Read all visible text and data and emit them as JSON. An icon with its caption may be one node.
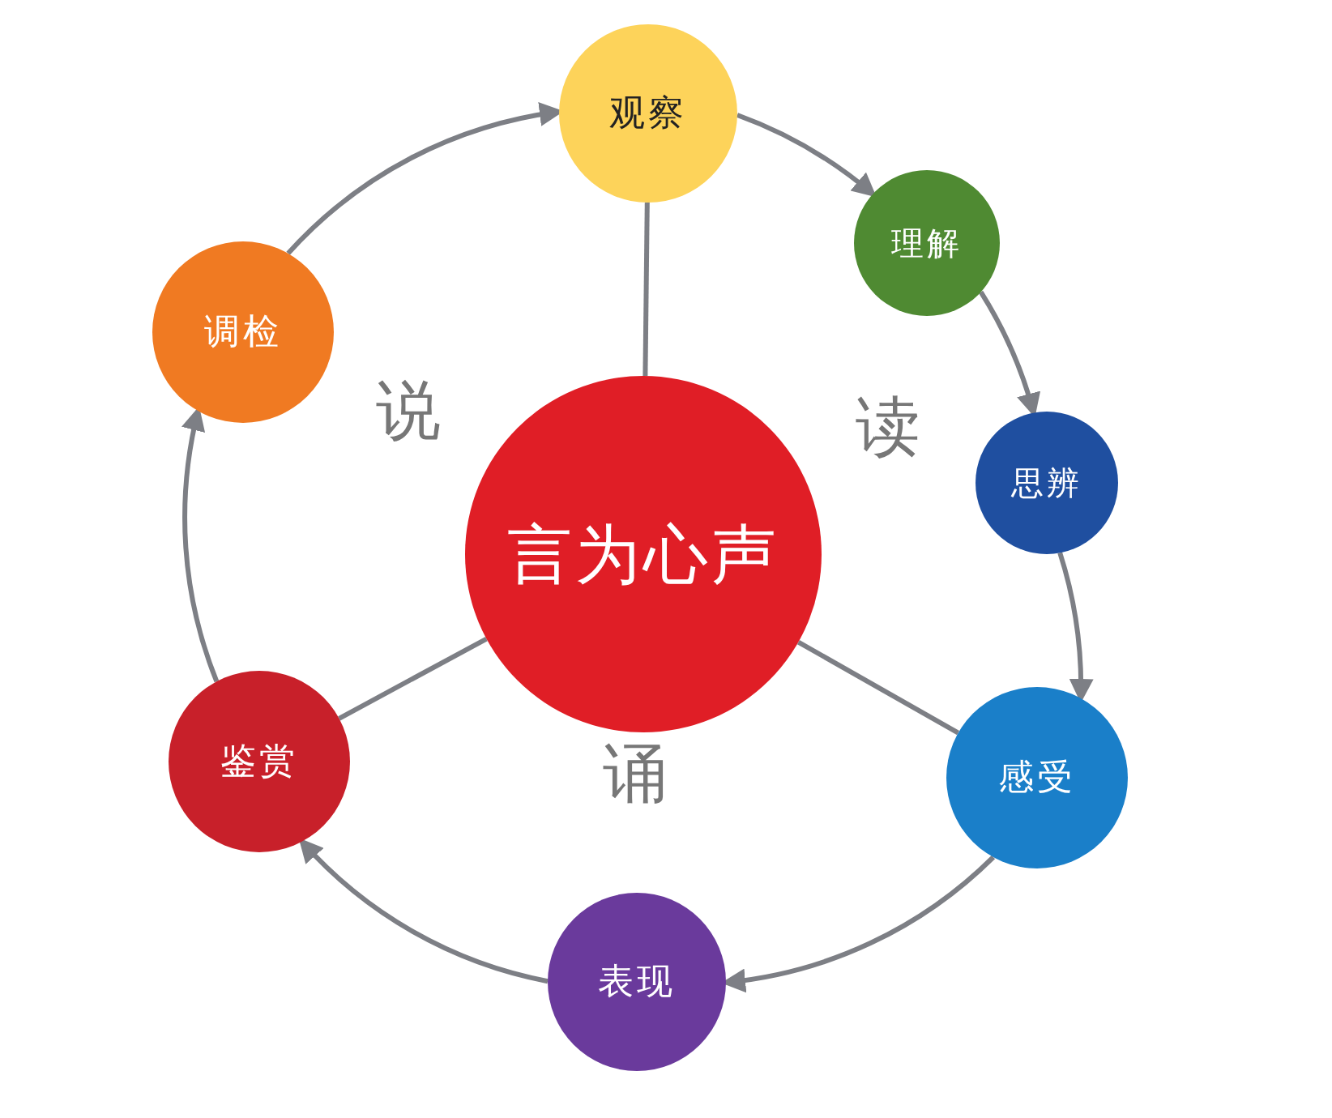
{
  "diagram": {
    "nodes": [
      {
        "text": [
          "观察"
        ]
      },
      {
        "text": [
          "理解"
        ]
      },
      {
        "text": [
          "思辨"
        ]
      },
      {
        "text": [
          "感受"
        ]
      },
      {
        "text": [
          "表现"
        ]
      },
      {
        "text": [
          "鉴赏"
        ]
      },
      {
        "text": [
          "调检"
        ]
      },
      {
        "text": [
          "言为心声"
        ]
      }
    ],
    "edges": [
      {
        "from": 0,
        "to": 1,
        "arrow": "to"
      },
      {
        "from": 1,
        "to": 2,
        "arrow": "to"
      },
      {
        "from": 2,
        "to": 3,
        "arrow": "to"
      },
      {
        "from": 3,
        "to": 4,
        "arrow": "to"
      },
      {
        "from": 4,
        "to": 5,
        "arrow": "to"
      },
      {
        "from": 5,
        "to": 6,
        "arrow": "to"
      },
      {
        "from": 6,
        "to": 0,
        "arrow": "to"
      },
      {
        "from": 7,
        "to": 0,
        "arrow": "none"
      },
      {
        "from": 7,
        "to": 3,
        "arrow": "none"
      },
      {
        "from": 7,
        "to": 5,
        "arrow": "none"
      }
    ],
    "labels": [
      "说",
      "读",
      "诵"
    ]
  }
}
